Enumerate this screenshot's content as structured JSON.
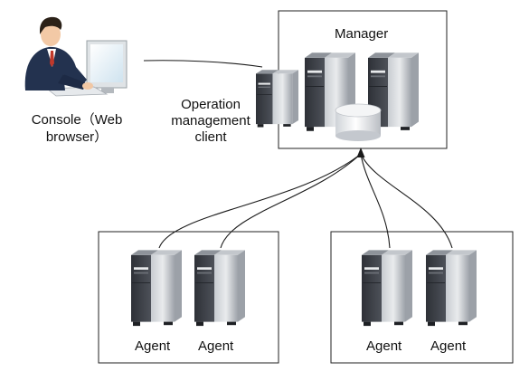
{
  "labels": {
    "manager": "Manager",
    "console_line1": "Console（Web",
    "console_line2": "browser）",
    "opclient_line1": "Operation",
    "opclient_line2": "management",
    "opclient_line3": "client",
    "agent": "Agent"
  },
  "agent_groups": [
    {
      "agents": [
        "Agent",
        "Agent"
      ]
    },
    {
      "agents": [
        "Agent",
        "Agent"
      ]
    }
  ],
  "icons": {
    "console": "person-at-computer-icon",
    "server": "tower-server-icon",
    "database": "database-cylinder-icon"
  },
  "colors": {
    "box_border": "#222222",
    "line": "#1a1a1a",
    "server_body": "#d9dcdf",
    "server_front": "#3c3f46",
    "server_side": "#a9adb3"
  }
}
